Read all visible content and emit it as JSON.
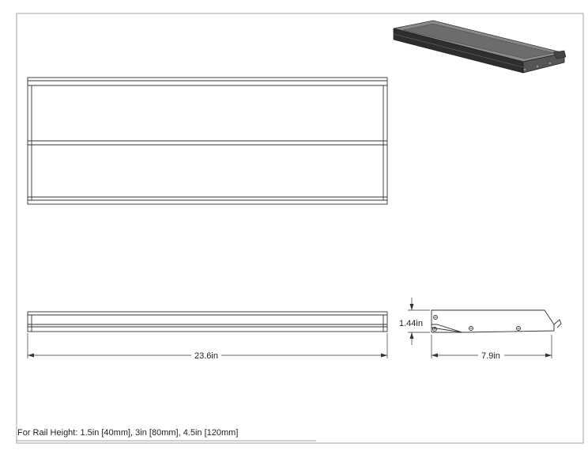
{
  "dimensions": {
    "length": "23.6in",
    "height": "1.44in",
    "depth": "7.9in"
  },
  "note": "For Rail Height: 1.5in [40mm], 3in [80mm], 4.5in [120mm]",
  "colors": {
    "line": "#333333",
    "frame": "#9a9a9a",
    "iso_dark": "#2e2e2e",
    "iso_mid": "#555555",
    "iso_light": "#8a8a8a"
  }
}
